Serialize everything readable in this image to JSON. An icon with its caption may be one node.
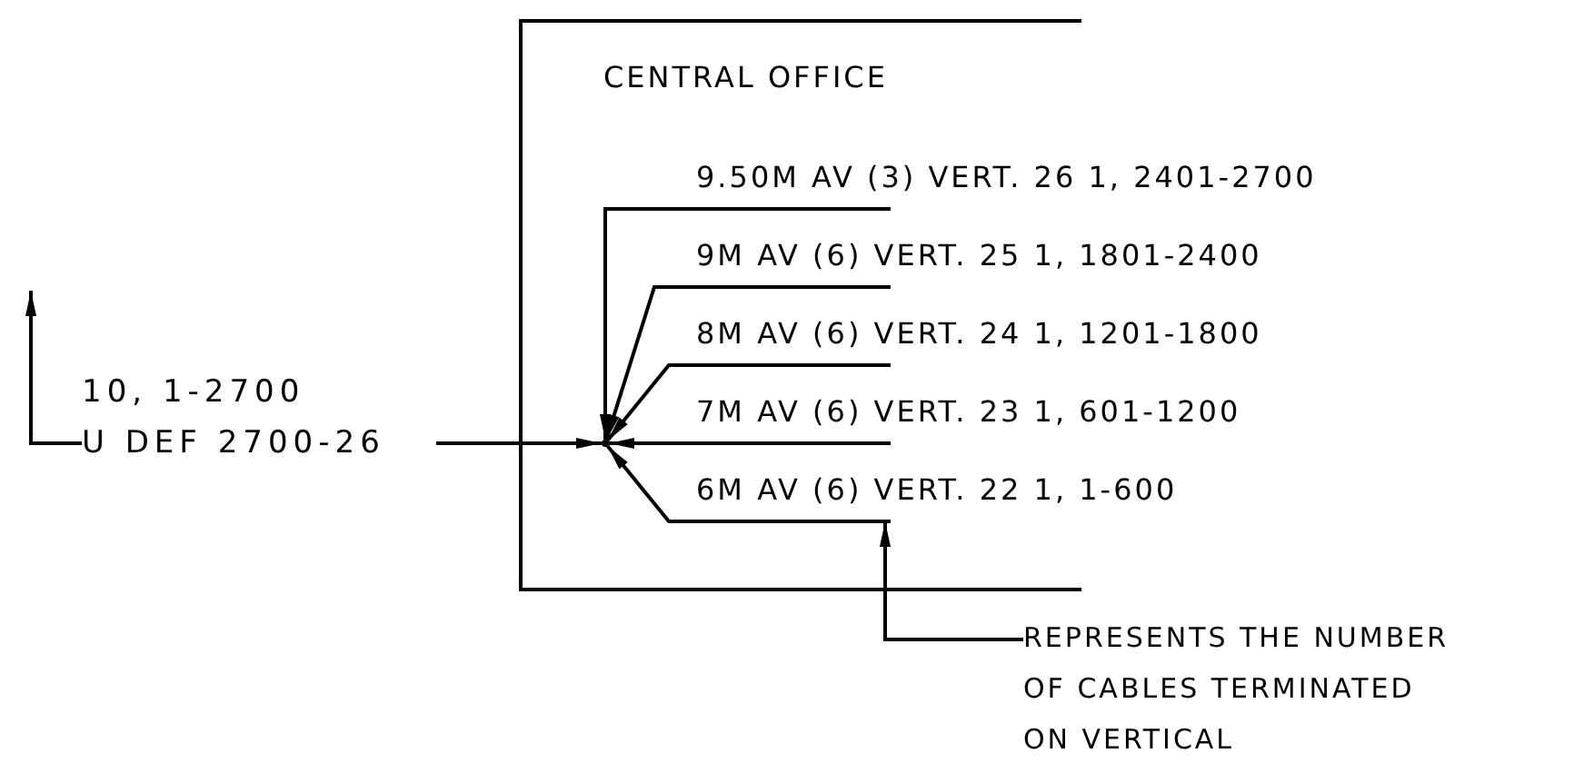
{
  "diagram": {
    "nodes": [
      {
        "text": [
          "CENTRAL OFFICE"
        ]
      },
      {
        "text": [
          "10, 1-2700",
          "U DEF 2700-26"
        ]
      },
      {
        "text": [],
        "shape": "point",
        "in": 0
      },
      {
        "text": [
          "9.50M AV (3) VERT. 26 1, 2401-2700"
        ],
        "in": 0
      },
      {
        "text": [
          "9M AV (6) VERT. 25 1, 1801-2400"
        ],
        "in": 0
      },
      {
        "text": [
          "8M AV (6) VERT. 24 1, 1201-1800"
        ],
        "in": 0
      },
      {
        "text": [
          "7M AV (6) VERT. 23 1, 601-1200"
        ],
        "in": 0
      },
      {
        "text": [
          "6M AV (6) VERT. 22 1, 1-600"
        ],
        "in": 0
      },
      {
        "text": [
          "REPRESENTS THE NUMBER OF CABLES TERMINATED ON VERTICAL"
        ]
      }
    ],
    "edges": [
      {
        "from": 1,
        "to": 2,
        "arrow": "to"
      },
      {
        "from": 3,
        "to": 2,
        "arrow": "to"
      },
      {
        "from": 4,
        "to": 2,
        "arrow": "to"
      },
      {
        "from": 5,
        "to": 2,
        "arrow": "to"
      },
      {
        "from": 6,
        "to": 2,
        "arrow": "to"
      },
      {
        "from": 7,
        "to": 2,
        "arrow": "to"
      },
      {
        "from": 8,
        "to": 7,
        "arrow": "to"
      },
      {
        "from": 1,
        "to": null,
        "arrow": "to"
      }
    ]
  }
}
